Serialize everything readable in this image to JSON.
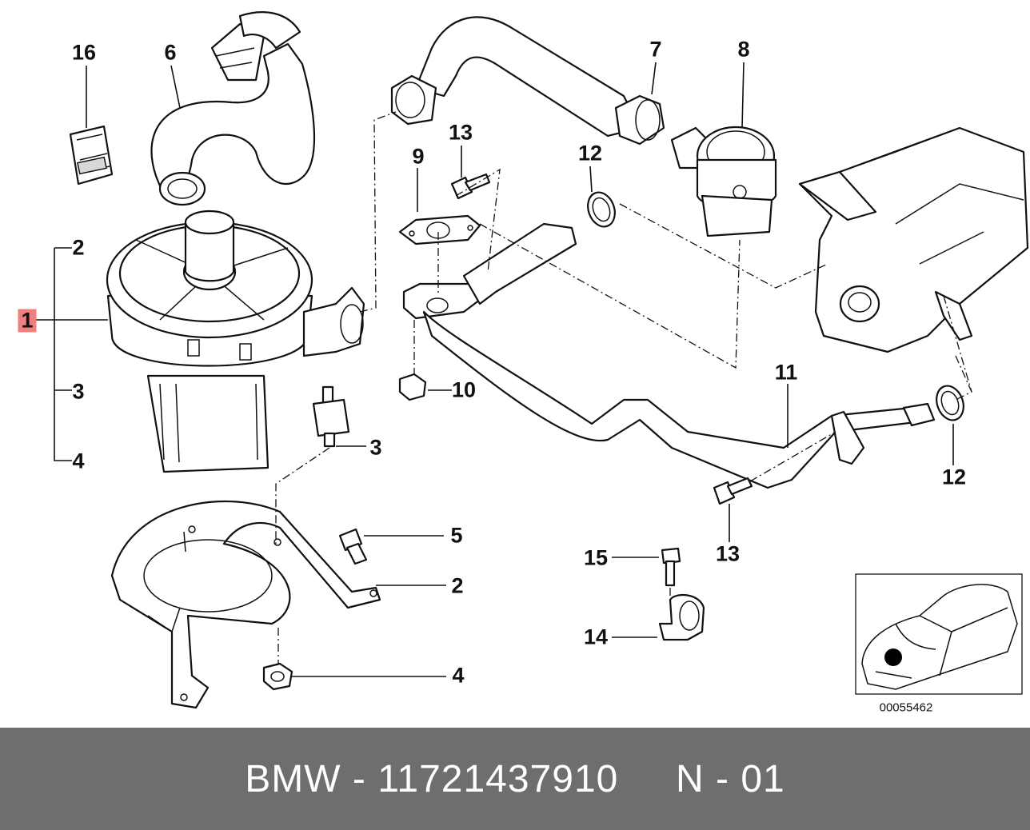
{
  "diagram": {
    "callouts": [
      {
        "id": "c1",
        "text": "1",
        "highlighted": true
      },
      {
        "id": "c2a",
        "text": "2"
      },
      {
        "id": "c3a",
        "text": "3"
      },
      {
        "id": "c4a",
        "text": "4"
      },
      {
        "id": "c16",
        "text": "16"
      },
      {
        "id": "c6",
        "text": "6"
      },
      {
        "id": "c7",
        "text": "7"
      },
      {
        "id": "c8",
        "text": "8"
      },
      {
        "id": "c9",
        "text": "9"
      },
      {
        "id": "c13a",
        "text": "13"
      },
      {
        "id": "c12a",
        "text": "12"
      },
      {
        "id": "c10",
        "text": "10"
      },
      {
        "id": "c3b",
        "text": "3"
      },
      {
        "id": "c11",
        "text": "11"
      },
      {
        "id": "c12b",
        "text": "12"
      },
      {
        "id": "c5",
        "text": "5"
      },
      {
        "id": "c2b",
        "text": "2"
      },
      {
        "id": "c13b",
        "text": "13"
      },
      {
        "id": "c15",
        "text": "15"
      },
      {
        "id": "c14",
        "text": "14"
      },
      {
        "id": "c4b",
        "text": "4"
      }
    ],
    "reference_number": "00055462",
    "highlight_color": "#f08080"
  },
  "footer": {
    "text": "BMW - 11721437910     N - 01",
    "background": "#6e6e6e"
  }
}
